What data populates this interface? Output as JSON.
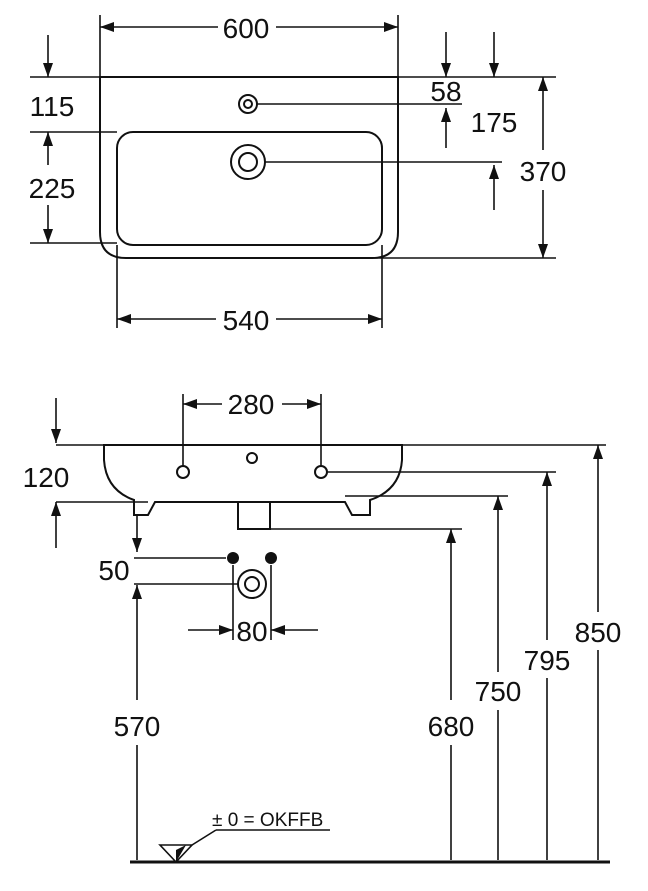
{
  "top_view": {
    "width_total": "600",
    "tap_hole_offset": "115",
    "tap_hole_dia": "58",
    "tap_to_drain": "175",
    "bowl_depth_label": "225",
    "depth_total": "370",
    "bowl_width": "540"
  },
  "front_view": {
    "fixing_spacing": "280",
    "rim_to_fixing": "120",
    "drain_offset": "50",
    "supply_spacing": "80",
    "h_supply": "570",
    "h_drain": "680",
    "h_underside": "750",
    "h_fixing": "795",
    "h_rim": "850",
    "floor_ref": "± 0 = OKFFB"
  }
}
